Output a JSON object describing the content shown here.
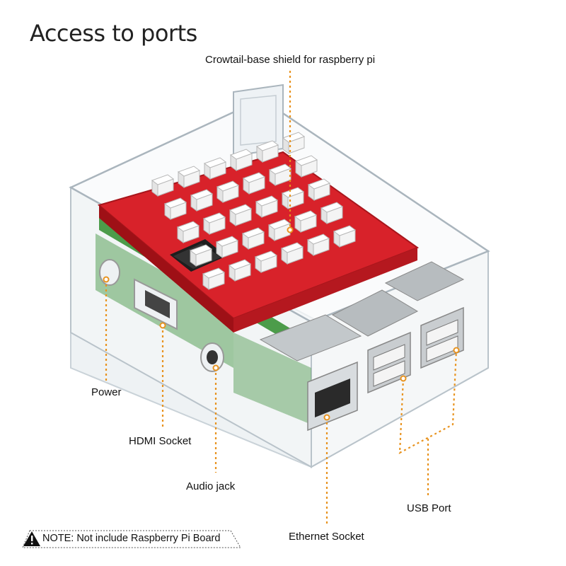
{
  "title": "Access to ports",
  "labels": {
    "shield": "Crowtail-base shield for raspberry pi",
    "power": "Power",
    "hdmi": "HDMI Socket",
    "audio": "Audio jack",
    "usb": "USB Port",
    "ethernet": "Ethernet Socket"
  },
  "note": {
    "text": "NOTE: Not include Raspberry Pi Board",
    "icon": "warning-icon"
  },
  "colors": {
    "callout_line": "#e8931f",
    "board_red": "#d8222a",
    "pcb_green": "#3d8a3c",
    "acrylic": "#dfe6ea"
  }
}
